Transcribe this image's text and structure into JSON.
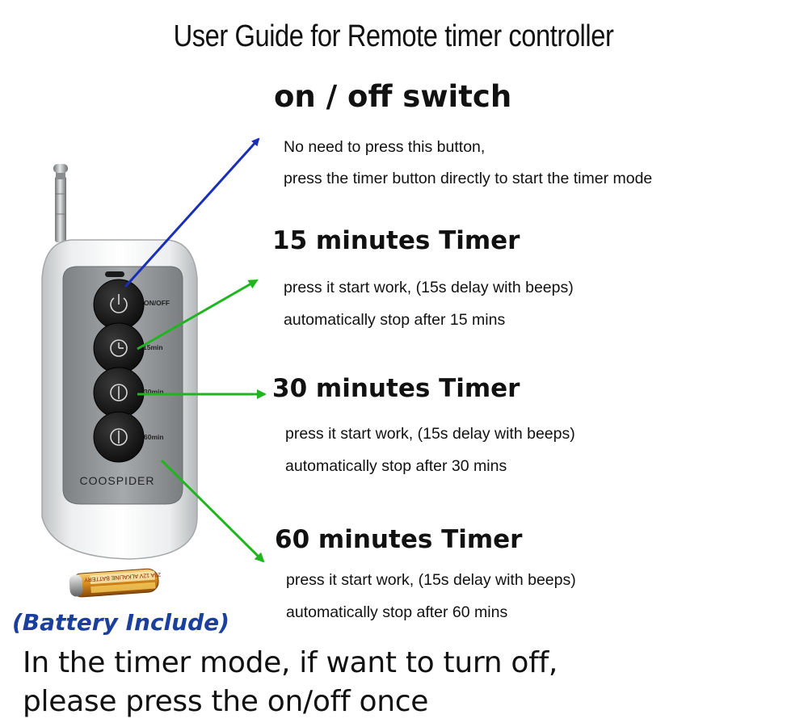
{
  "title": "User Guide for Remote timer controller",
  "sections": [
    {
      "title": "on / off switch",
      "lines": [
        "No need to press this button,",
        "press the timer button directly to start the timer mode"
      ]
    },
    {
      "title": "15 minutes Timer",
      "lines": [
        "press it start work, (15s delay with beeps)",
        "automatically stop after 15 mins"
      ]
    },
    {
      "title": "30 minutes Timer",
      "lines": [
        "press it start work, (15s delay with beeps)",
        "automatically stop after 30 mins"
      ]
    },
    {
      "title": "60 minutes Timer",
      "lines": [
        "press it start work, (15s delay with beeps)",
        "automatically stop after 60 mins"
      ]
    }
  ],
  "remote": {
    "brand": "COOSPIDER",
    "buttons": [
      {
        "label": "ON/OFF",
        "icon": "power-icon"
      },
      {
        "label": "15min",
        "icon": "clock-icon"
      },
      {
        "label": "30min",
        "icon": "timer-icon"
      },
      {
        "label": "60min",
        "icon": "timer-icon"
      }
    ]
  },
  "battery": {
    "label": "(Battery Include)",
    "print": "23A 12V ALKALINE BATTERY"
  },
  "footer": {
    "line1": "In the timer  mode, if want to turn off,",
    "line2": "please press the on/off once"
  },
  "colors": {
    "onoff_arrow": "#1a2fb8",
    "timer_arrow": "#1fb51f",
    "battery_text": "#1b3f9c"
  }
}
